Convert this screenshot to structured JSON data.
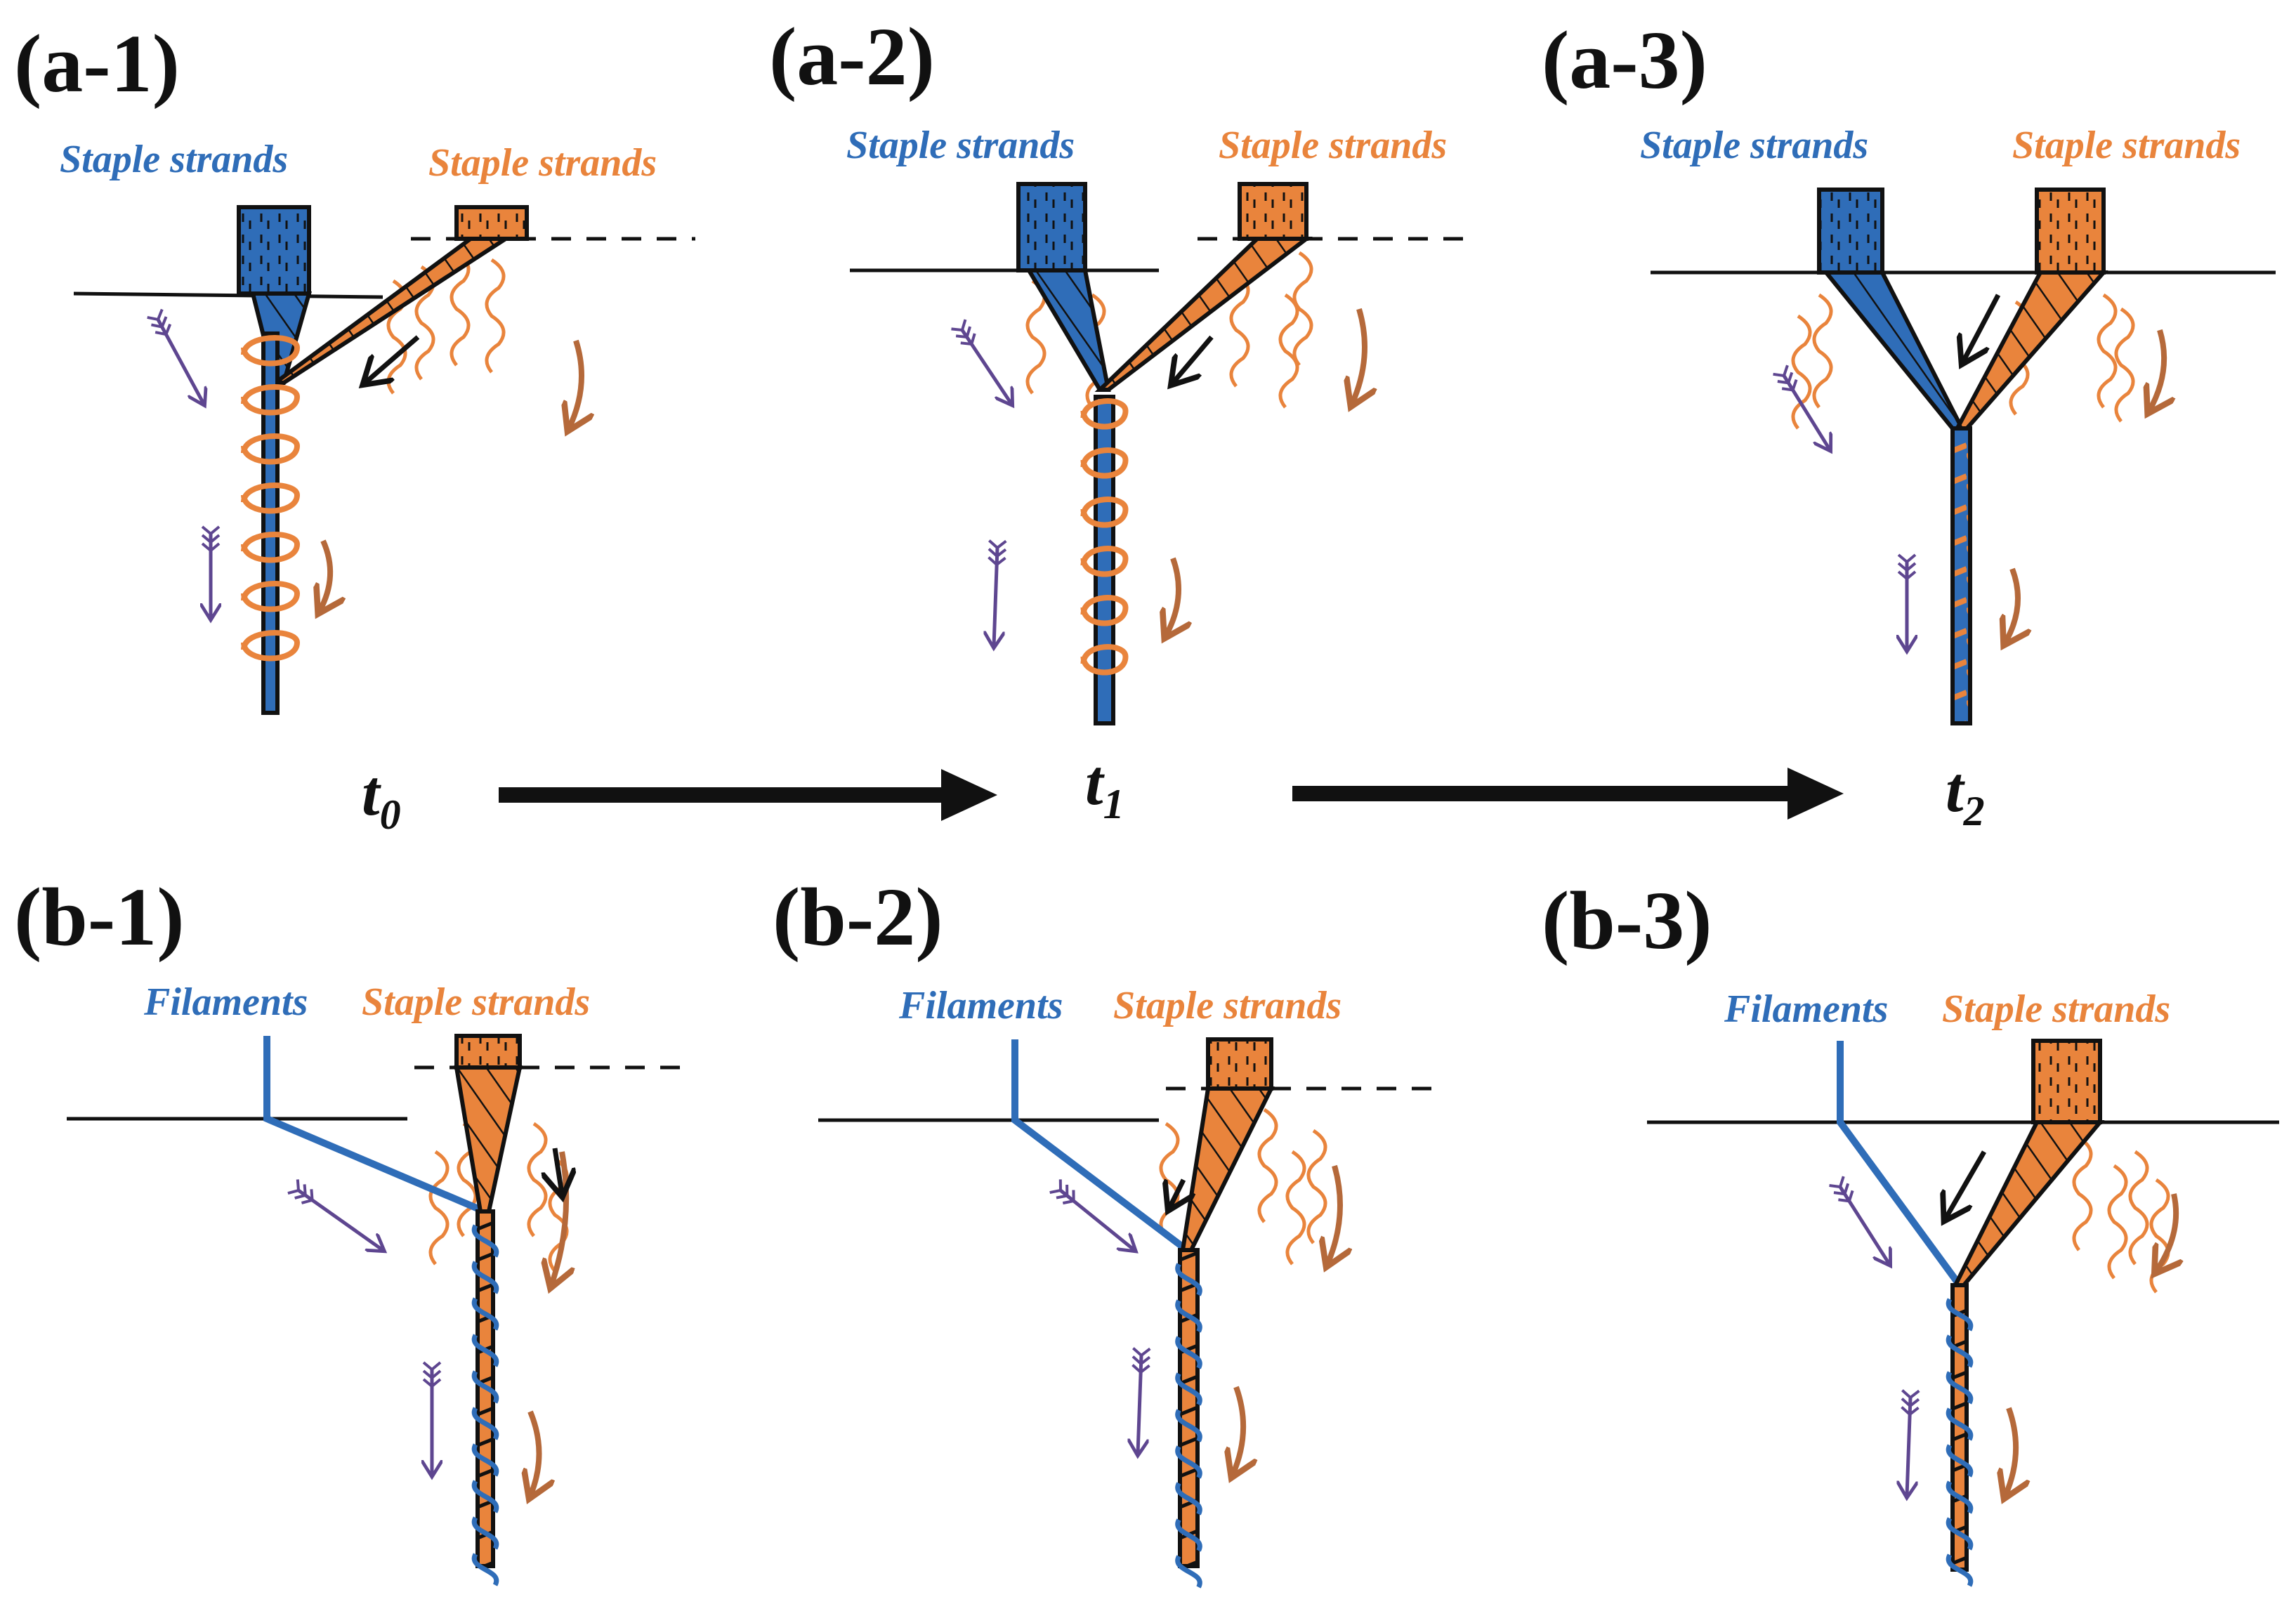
{
  "colors": {
    "blue": "#2f6db8",
    "orange": "#e9843c",
    "black": "#111111",
    "purple": "#5e4690",
    "brown": "#b5693a"
  },
  "panels": [
    {
      "label": "(a-1)",
      "left_text": "Staple strands",
      "right_text": "Staple strands",
      "left_kind": "staple"
    },
    {
      "label": "(a-2)",
      "left_text": "Staple strands",
      "right_text": "Staple strands",
      "left_kind": "staple"
    },
    {
      "label": "(a-3)",
      "left_text": "Staple strands",
      "right_text": "Staple strands",
      "left_kind": "staple"
    },
    {
      "label": "(b-1)",
      "left_text": "Filaments",
      "right_text": "Staple strands",
      "left_kind": "filament"
    },
    {
      "label": "(b-2)",
      "left_text": "Filaments",
      "right_text": "Staple strands",
      "left_kind": "filament"
    },
    {
      "label": "(b-3)",
      "left_text": "Filaments",
      "right_text": "Staple strands",
      "left_kind": "filament"
    }
  ],
  "timeline": [
    {
      "t": "t",
      "sub": "0"
    },
    {
      "t": "t",
      "sub": "1"
    },
    {
      "t": "t",
      "sub": "2"
    }
  ]
}
